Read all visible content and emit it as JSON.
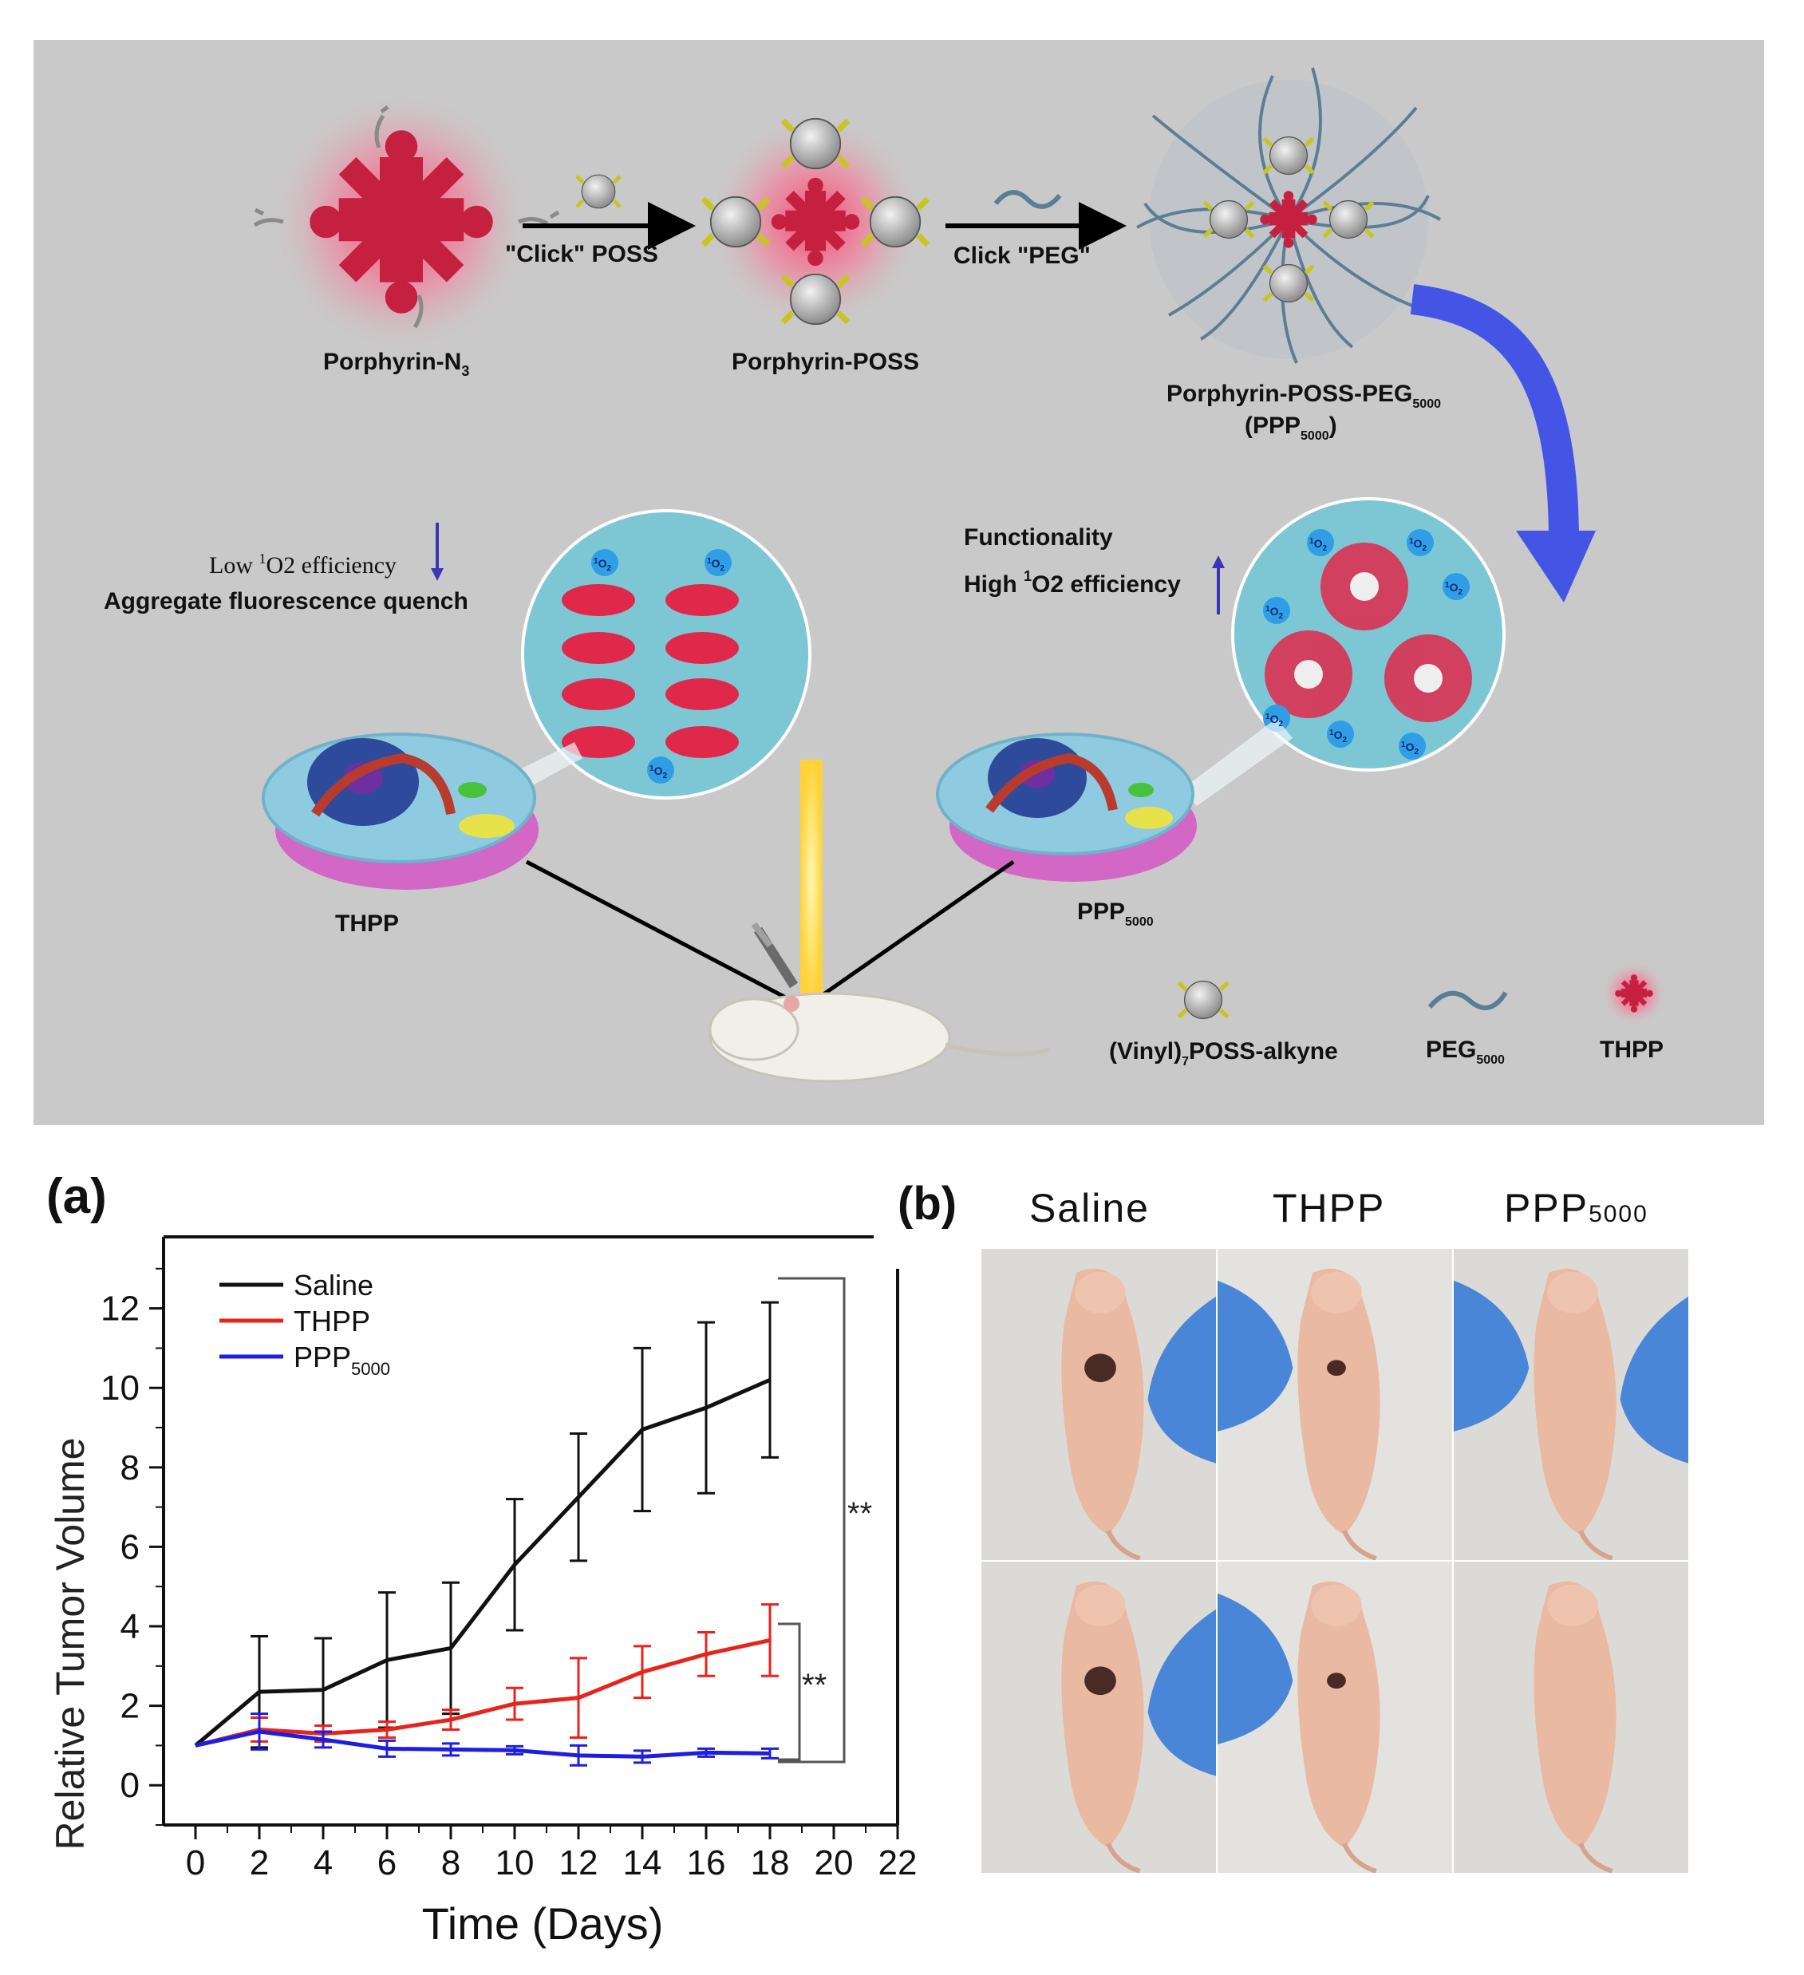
{
  "scheme": {
    "porphyrin_n3": {
      "label": "Porphyrin-N",
      "sub": "3"
    },
    "click_poss": "\"Click\" POSS",
    "porphyrin_poss": "Porphyrin-POSS",
    "click_peg": "Click \"PEG\"",
    "ppp_name": {
      "label": "Porphyrin-POSS-PEG",
      "sub": "5000"
    },
    "ppp_short": {
      "open": "(PPP",
      "sub": "5000",
      "close": ")"
    },
    "left_note": {
      "line1_a": "Low ",
      "line1_sup": "1",
      "line1_b": "O2 efficiency",
      "line2": "Aggregate fluorescence quench"
    },
    "right_note": {
      "line1": "Functionality",
      "line2_a": "High ",
      "line2_sup": "1",
      "line2_b": "O2 efficiency"
    },
    "singlet_oxygen": {
      "sup": "1",
      "base": "O",
      "sub": "2"
    },
    "cell_left_label": "THPP",
    "cell_right_label": {
      "label": "PPP",
      "sub": "5000"
    },
    "legend": {
      "poss": {
        "a": "(Vinyl)",
        "sub": "7",
        "b": "POSS-alkyne"
      },
      "peg": {
        "label": "PEG",
        "sub": "5000"
      },
      "thpp": "THPP"
    },
    "colors": {
      "background": "#c9c9c9",
      "porphyrin": "#d8284a",
      "arrow": "#4455e6",
      "cell_cyan": "#7dc7d5"
    }
  },
  "panel_a": {
    "label": "(a)",
    "significance": [
      "**",
      "**"
    ]
  },
  "panel_b": {
    "label": "(b)",
    "columns": [
      {
        "label": "Saline",
        "sub": ""
      },
      {
        "label": "THPP",
        "sub": ""
      },
      {
        "label": "PPP",
        "sub": "5000"
      }
    ]
  },
  "chart_data": {
    "type": "line",
    "xlabel": "Time (Days)",
    "ylabel": "Relative Tumor Volume",
    "xlim": [
      -1,
      22
    ],
    "ylim": [
      -1,
      13.8
    ],
    "xticks": [
      0,
      2,
      4,
      6,
      8,
      10,
      12,
      14,
      16,
      18,
      20,
      22
    ],
    "yticks": [
      0,
      2,
      4,
      6,
      8,
      10,
      12
    ],
    "legend_position": "top-left",
    "grid": false,
    "x": [
      0,
      2,
      4,
      6,
      8,
      10,
      12,
      14,
      16,
      18
    ],
    "series": [
      {
        "name": "Saline",
        "sub": "",
        "color": "#111111",
        "values": [
          1.0,
          2.35,
          2.4,
          3.15,
          3.45,
          5.55,
          7.25,
          8.95,
          9.5,
          10.2
        ],
        "errors": [
          0,
          1.4,
          1.3,
          1.7,
          1.65,
          1.65,
          1.6,
          2.05,
          2.15,
          1.95
        ]
      },
      {
        "name": "THPP",
        "sub": "",
        "color": "#e8231b",
        "values": [
          1.0,
          1.4,
          1.3,
          1.4,
          1.65,
          2.05,
          2.2,
          2.85,
          3.3,
          3.65
        ],
        "errors": [
          0,
          0.3,
          0.2,
          0.2,
          0.25,
          0.4,
          1.0,
          0.65,
          0.55,
          0.9
        ]
      },
      {
        "name": "PPP",
        "sub": "5000",
        "color": "#1d1de3",
        "values": [
          1.0,
          1.35,
          1.15,
          0.92,
          0.9,
          0.88,
          0.75,
          0.72,
          0.82,
          0.8
        ],
        "errors": [
          0,
          0.45,
          0.2,
          0.2,
          0.15,
          0.1,
          0.25,
          0.15,
          0.1,
          0.12
        ]
      }
    ]
  }
}
